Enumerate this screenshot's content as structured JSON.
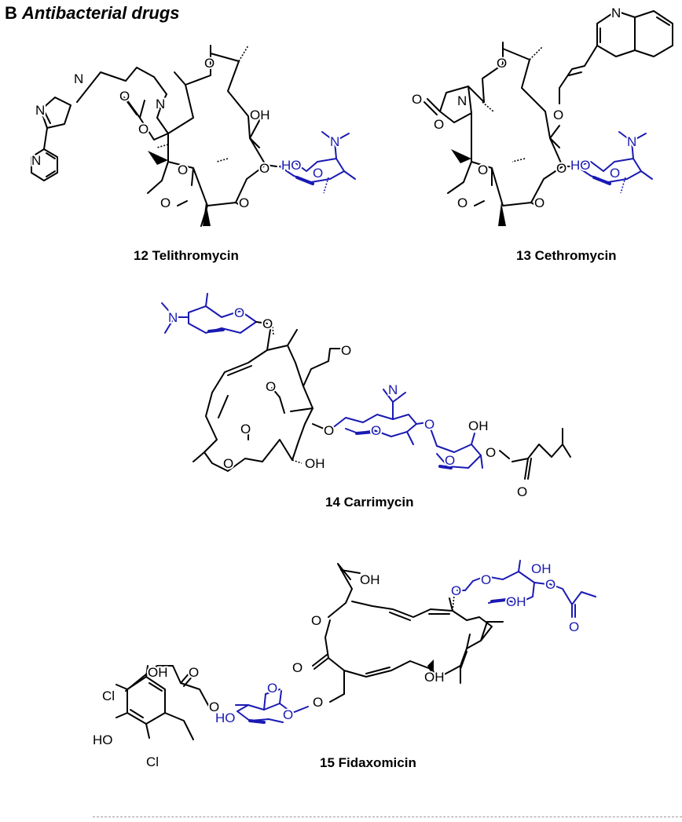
{
  "panel": {
    "letter": "B",
    "heading": "Antibacterial drugs"
  },
  "compounds": [
    {
      "number": "12",
      "name": "Telithromycin"
    },
    {
      "number": "13",
      "name": "Cethromycin"
    },
    {
      "number": "14",
      "name": "Carrimycin"
    },
    {
      "number": "15",
      "name": "Fidaxomicin"
    }
  ],
  "atom_labels": {
    "N": "N",
    "O": "O",
    "OH": "OH",
    "HO": "HO",
    "Cl": "Cl"
  },
  "colors": {
    "core": "#000000",
    "sugar": "#1a1ab3",
    "divider": "#9a9a9a"
  }
}
